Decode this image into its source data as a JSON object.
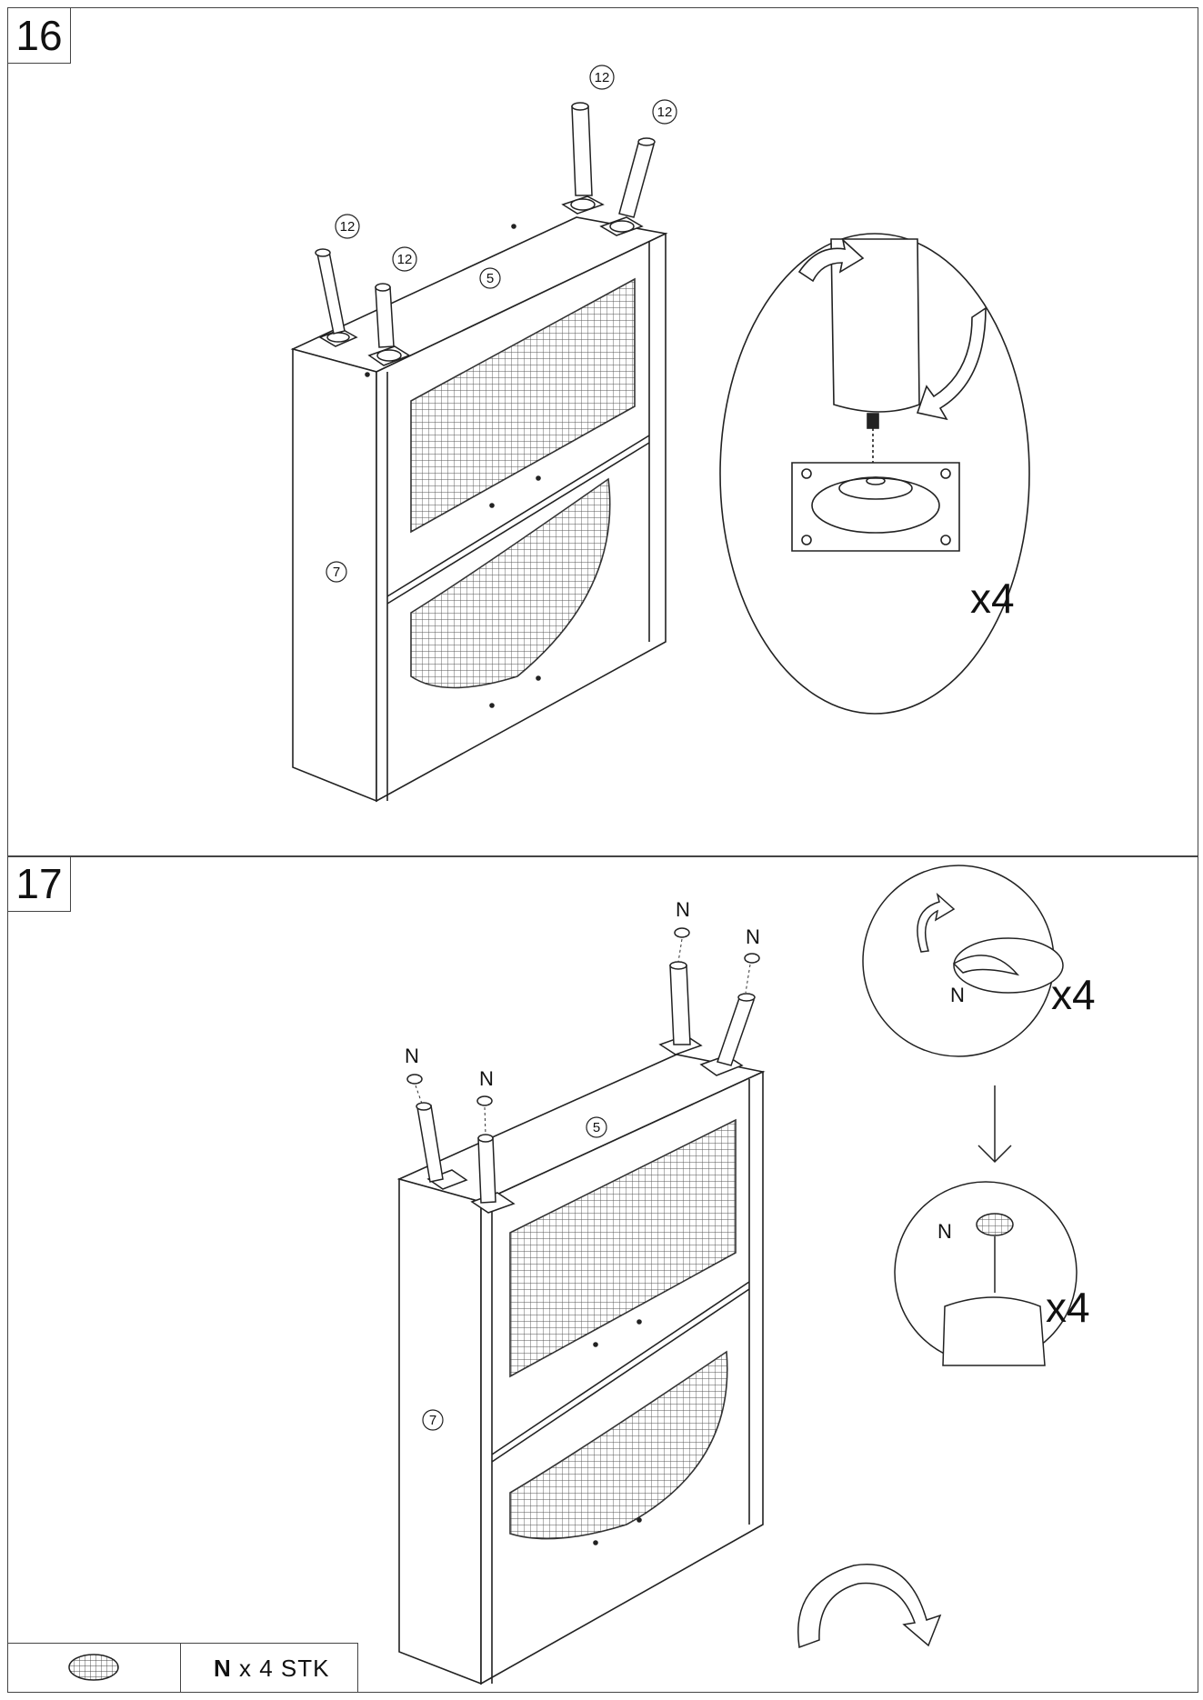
{
  "steps": [
    {
      "number": "16",
      "part_labels": {
        "legs": "12",
        "top": "5",
        "side": "7"
      },
      "detail_multiplier": "x4"
    },
    {
      "number": "17",
      "part_labels": {
        "pads": "N",
        "top": "5",
        "side": "7"
      },
      "detail_multiplier_1": "x4",
      "detail_multiplier_2": "x4"
    }
  ],
  "hardware": {
    "part": "N",
    "qty_text": "x 4 STK"
  },
  "icons": [
    "rotate-arrow-icon",
    "down-arrow-icon",
    "flip-arrow-icon",
    "felt-pad-icon"
  ]
}
